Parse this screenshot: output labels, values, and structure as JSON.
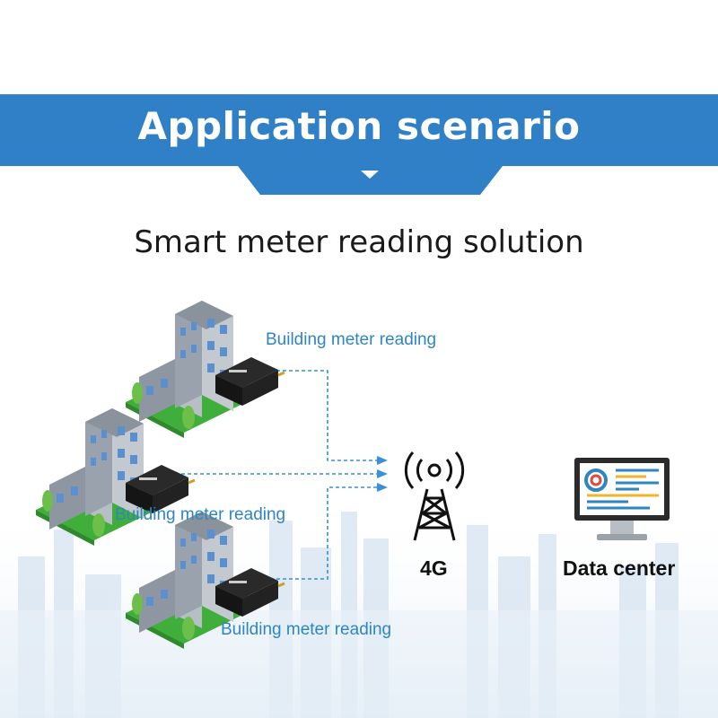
{
  "header": {
    "title": "Application scenario"
  },
  "subtitle": "Smart meter reading solution",
  "buildings": [
    {
      "label": "Building meter reading"
    },
    {
      "label": "Building meter reading"
    },
    {
      "label": "Building meter reading"
    }
  ],
  "tower": {
    "label": "4G"
  },
  "datacenter": {
    "label": "Data center"
  },
  "colors": {
    "banner": "#3080c8",
    "label": "#2e86c1",
    "dash": "#3a8fd6",
    "grass": "#3fae3a",
    "building": "#9aa3ad"
  }
}
